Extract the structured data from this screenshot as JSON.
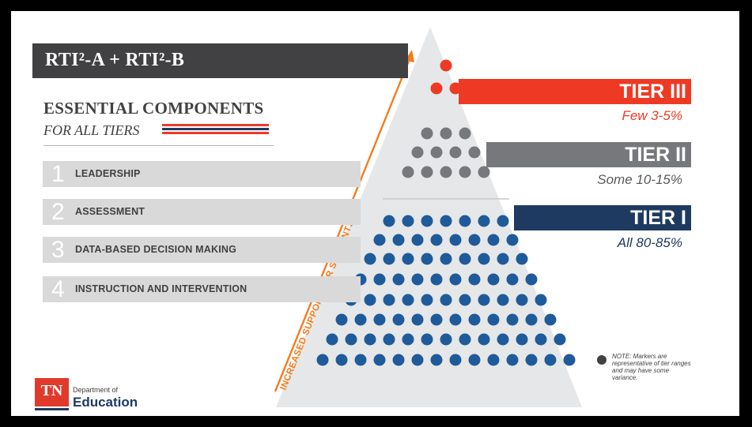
{
  "header": {
    "rti_title": "RTI²-A + RTI²-B"
  },
  "essential": {
    "title": "ESSENTIAL COMPONENTS",
    "subtitle": "FOR ALL TIERS",
    "items": [
      {
        "num": "1",
        "label": "LEADERSHIP"
      },
      {
        "num": "2",
        "label": "ASSESSMENT"
      },
      {
        "num": "3",
        "label": "DATA-BASED DECISION MAKING"
      },
      {
        "num": "4",
        "label": "INSTRUCTION AND INTERVENTION"
      }
    ]
  },
  "tiers": [
    {
      "name": "TIER III",
      "range": "Few  3-5%",
      "color": "#ee3a24",
      "dot_color": "#ee3a24",
      "rows": [
        1,
        2
      ]
    },
    {
      "name": "TIER II",
      "range": "Some  10-15%",
      "color": "#77787b",
      "dot_color": "#77787b",
      "rows": [
        3,
        4,
        5
      ]
    },
    {
      "name": "TIER I",
      "range": "All  80-85%",
      "color": "#1f3a60",
      "dot_color": "#1f5b9a",
      "rows": [
        7,
        8,
        9,
        10,
        11,
        12,
        13,
        14
      ]
    }
  ],
  "arrow_label": "INCREASED SUPPORT FOR STUDENTS",
  "note": "NOTE: Markers are representative of tier ranges and may have some variance.",
  "logo": {
    "state": "TN",
    "dept": "Department of",
    "edu": "Education"
  },
  "colors": {
    "pyramid": "#e6e7e8",
    "arrow": "#f47c20",
    "dark": "#414042",
    "red": "#ee3a24",
    "grey": "#77787b",
    "navy": "#1f3a60",
    "blue_dot": "#1f5b9a"
  }
}
